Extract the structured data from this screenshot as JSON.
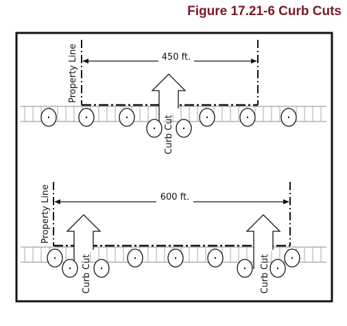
{
  "figure": {
    "title": "Figure 17.21-6 Curb Cuts",
    "title_color": "#7a1828"
  },
  "top_panel": {
    "property_line_label": "Property Line",
    "dimension_label": "450 ft.",
    "curb_cut_labels": [
      "Curb Cut"
    ]
  },
  "bottom_panel": {
    "property_line_label": "Property Line",
    "dimension_label": "600 ft.",
    "curb_cut_labels": [
      "Curb Cut",
      "Curb Cut"
    ]
  }
}
